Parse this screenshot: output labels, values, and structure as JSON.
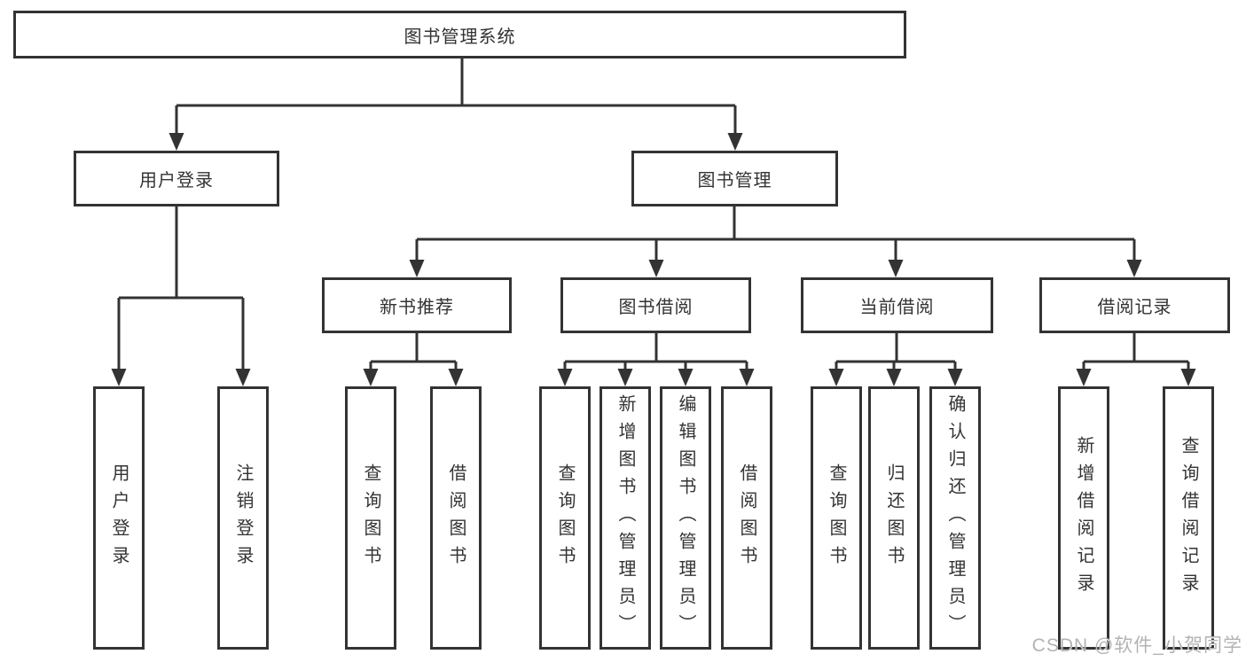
{
  "diagram": {
    "root": {
      "label": "图书管理系统"
    },
    "level2": [
      {
        "label": "用户登录",
        "parent": "图书管理系统"
      },
      {
        "label": "图书管理",
        "parent": "图书管理系统"
      }
    ],
    "level3": [
      {
        "label": "新书推荐",
        "parent": "图书管理"
      },
      {
        "label": "图书借阅",
        "parent": "图书管理"
      },
      {
        "label": "当前借阅",
        "parent": "图书管理"
      },
      {
        "label": "借阅记录",
        "parent": "图书管理"
      }
    ],
    "leaves": [
      {
        "label": "用户登录",
        "parent": "用户登录"
      },
      {
        "label": "注销登录",
        "parent": "用户登录"
      },
      {
        "label": "查询图书",
        "parent": "新书推荐"
      },
      {
        "label": "借阅图书",
        "parent": "新书推荐"
      },
      {
        "label": "查询图书",
        "parent": "图书借阅"
      },
      {
        "label": "新增图书（管理员）",
        "parent": "图书借阅"
      },
      {
        "label": "编辑图书（管理员）",
        "parent": "图书借阅"
      },
      {
        "label": "借阅图书",
        "parent": "图书借阅"
      },
      {
        "label": "查询图书",
        "parent": "当前借阅"
      },
      {
        "label": "归还图书",
        "parent": "当前借阅"
      },
      {
        "label": "确认归还（管理员）",
        "parent": "当前借阅"
      },
      {
        "label": "新增借阅记录",
        "parent": "借阅记录"
      },
      {
        "label": "查询借阅记录",
        "parent": "借阅记录"
      }
    ],
    "watermark": "CSDN @软件_小贺同学",
    "colors": {
      "line": "#333333",
      "text": "#333333",
      "background": "#ffffff",
      "watermark": "#b3b3b3"
    }
  }
}
